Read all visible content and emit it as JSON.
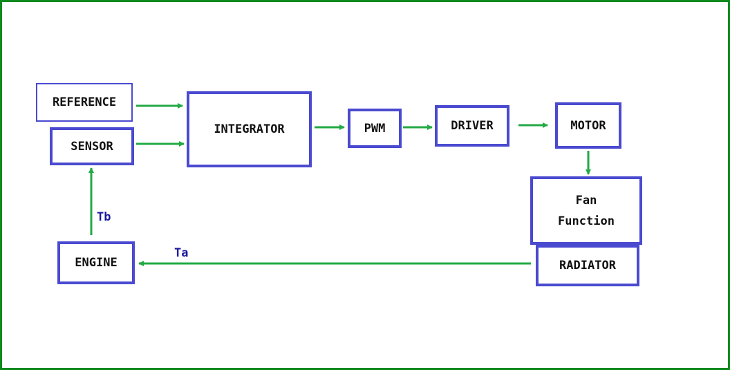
{
  "blocks": {
    "reference": "REFERENCE",
    "sensor": "SENSOR",
    "integrator": "INTEGRATOR",
    "pwm": "PWM",
    "driver": "DRIVER",
    "motor": "MOTOR",
    "fan_function_line1": "Fan",
    "fan_function_line2": "Function",
    "radiator": "RADIATOR",
    "engine": "ENGINE"
  },
  "signals": {
    "tb": "Tb",
    "ta": "Ta"
  },
  "colors": {
    "block_border": "#4a4ad0",
    "arrow": "#22aa44",
    "frame": "#0f8a1e",
    "signal_label": "#1a1a9c"
  }
}
